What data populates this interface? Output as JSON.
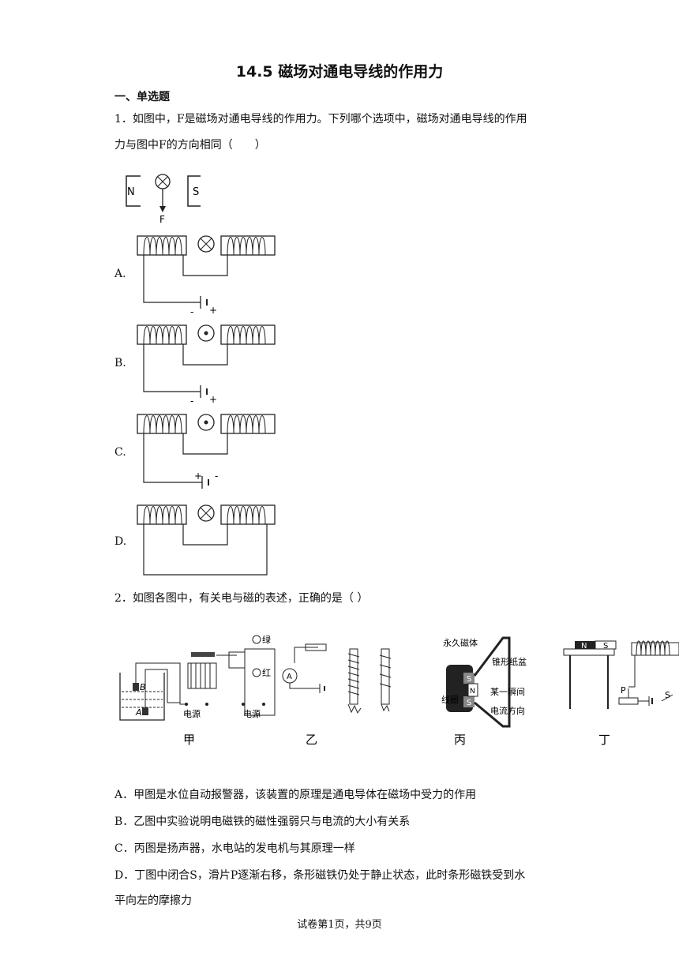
{
  "doc": {
    "title": "14.5 磁场对通电导线的作用力",
    "section": "一、单选题",
    "footer": "试卷第1页，共9页"
  },
  "q1": {
    "line1": "1．如图中，F是磁场对通电导线的作用力。下列哪个选项中，磁场对通电导线的作用",
    "line2": "力与图中F的方向相同（　　）",
    "fig": {
      "n": "N",
      "s": "S",
      "f": "F"
    },
    "options": [
      {
        "label": "A.",
        "minus": "-",
        "plus": "+"
      },
      {
        "label": "B.",
        "minus": "-",
        "plus": "+"
      },
      {
        "label": "C.",
        "minus": "-",
        "plus": "+"
      },
      {
        "label": "D."
      }
    ]
  },
  "q2": {
    "stem": "2．如图各图中，有关电与磁的表述，正确的是（ ）",
    "fig": {
      "jia": "甲",
      "yi": "乙",
      "bing": "丙",
      "ding": "丁",
      "lv": "绿",
      "hong": "红",
      "power1": "电源",
      "power2": "电源",
      "b": "B",
      "a": "A",
      "ammeter": "A",
      "magnet": "永久磁体",
      "cone": "锥形纸盆",
      "coil": "线圈",
      "moment": "某一瞬间",
      "current": "电流方向",
      "n": "N",
      "s": "S",
      "p": "P",
      "sw": "S"
    },
    "answers": [
      "A．甲图是水位自动报警器，该装置的原理是通电导体在磁场中受力的作用",
      "B．乙图中实验说明电磁铁的磁性强弱只与电流的大小有关系",
      "C．丙图是扬声器，水电站的发电机与其原理一样",
      "D．丁图中闭合S，滑片P逐渐右移，条形磁铁仍处于静止状态，此时条形磁铁受到水",
      "平向左的摩擦力"
    ]
  }
}
